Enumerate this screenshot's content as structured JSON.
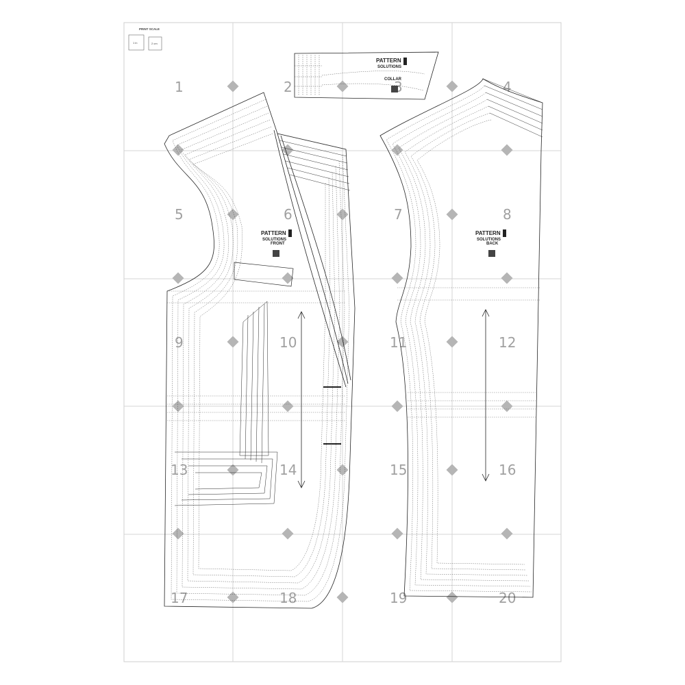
{
  "sheet": {
    "print_scale_label": "PRINT SCALE",
    "scale_inch_label": "1 in",
    "scale_cm_label": "2 cm",
    "tile_numbers": [
      "1",
      "2",
      "3",
      "4",
      "5",
      "6",
      "7",
      "8",
      "9",
      "10",
      "11",
      "12",
      "13",
      "14",
      "15",
      "16",
      "17",
      "18",
      "19",
      "20"
    ]
  },
  "pieces": {
    "collar": {
      "brand_line1": "PATTERN",
      "brand_line2": "SOLUTIONS",
      "name": "COLLAR"
    },
    "front": {
      "brand_line1": "PATTERN",
      "brand_line2": "SOLUTIONS",
      "name": "FRONT"
    },
    "back": {
      "brand_line1": "PATTERN",
      "brand_line2": "SOLUTIONS",
      "name": "BACK"
    }
  },
  "colors": {
    "grid": "#d0d0d0",
    "line": "#222222",
    "marker": "#b5b5b5",
    "tile_number": "#a0a0a0"
  }
}
